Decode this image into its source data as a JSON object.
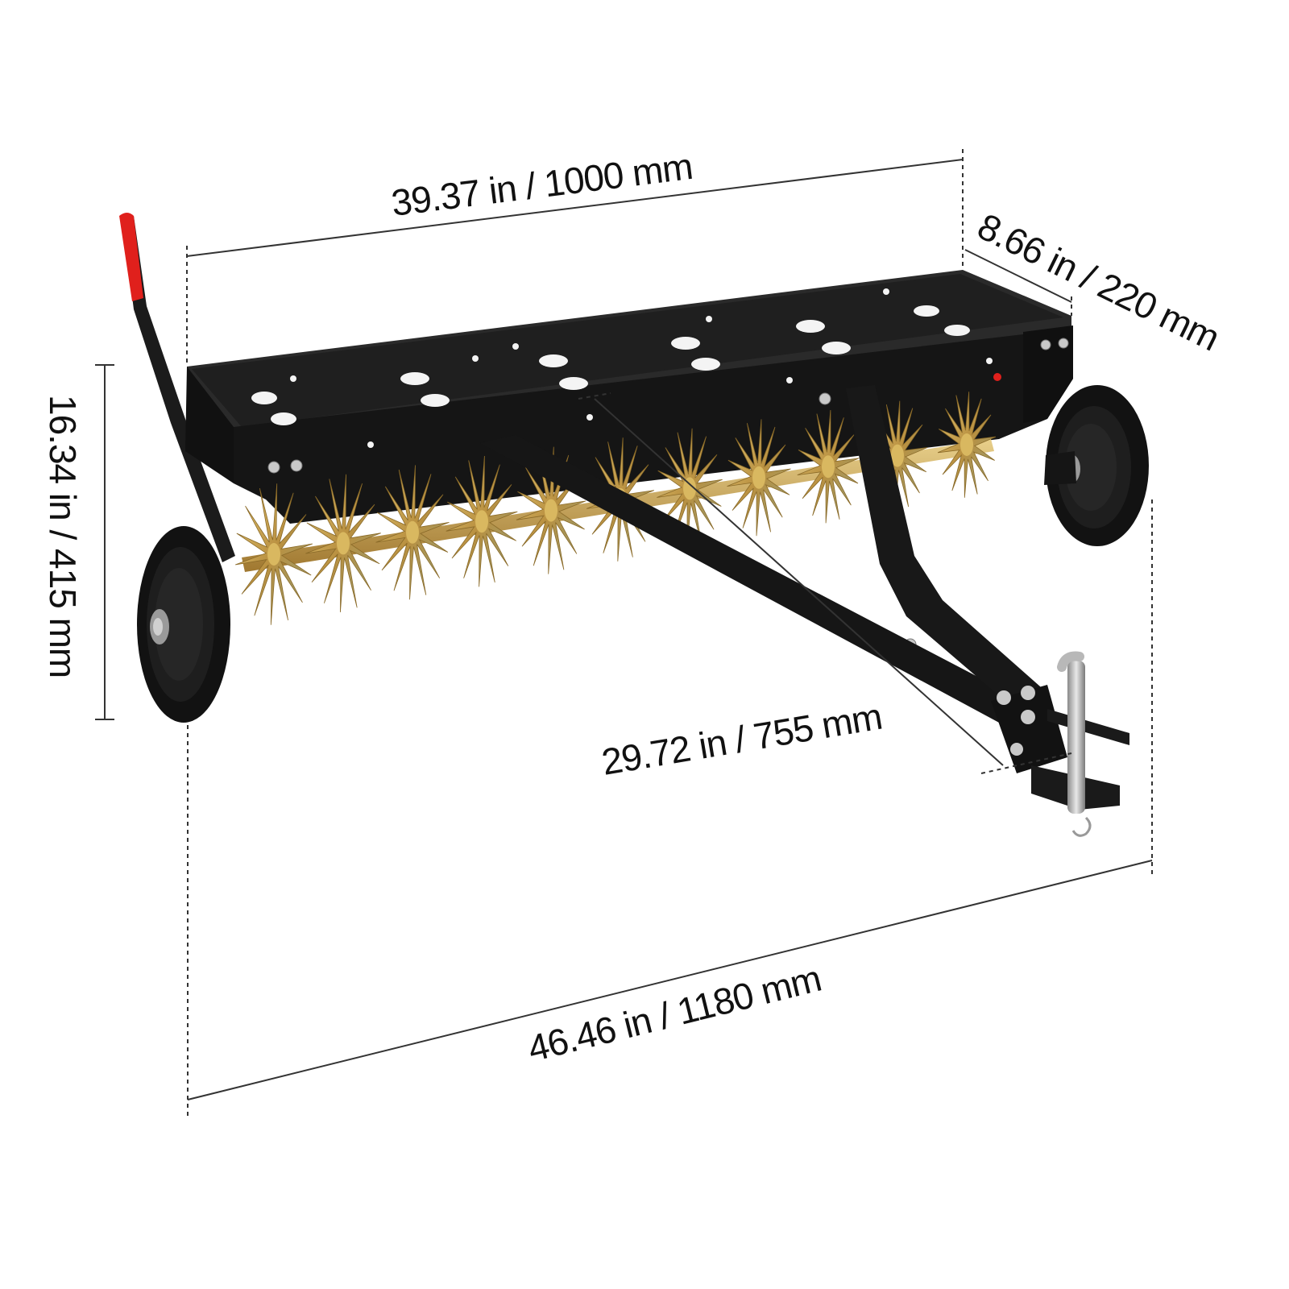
{
  "dimensions": {
    "width": "39.37 in / 1000 mm",
    "depth": "8.66 in / 220 mm",
    "height": "16.34 in / 415 mm",
    "tow_arm": "29.72 in / 755 mm",
    "overall_length": "46.46 in / 1180 mm"
  },
  "colors": {
    "frame": "#1b1b1b",
    "handle_grip": "#e0201c",
    "spike": "#c8a04a",
    "tire": "#111111",
    "dimension_line": "#333333"
  },
  "icons": {
    "product": "spike-aerator-illustration"
  }
}
